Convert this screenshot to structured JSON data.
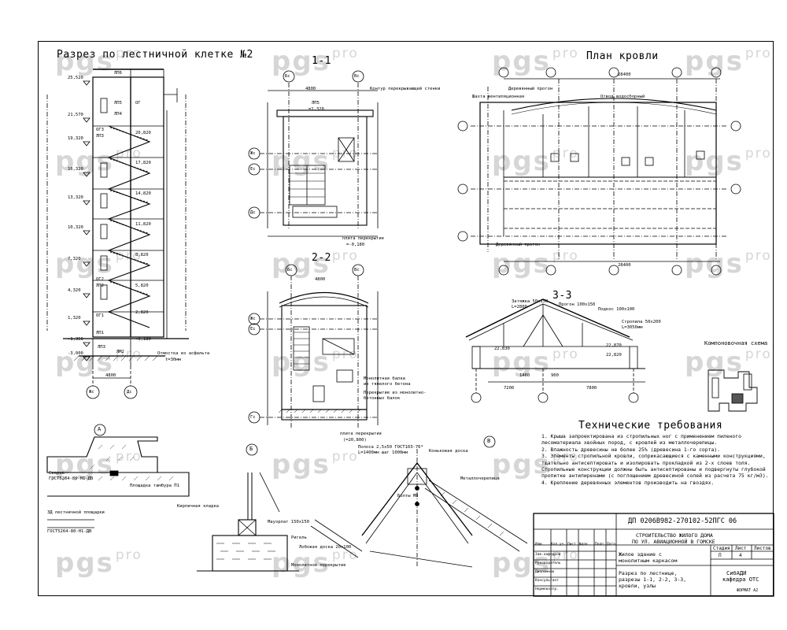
{
  "watermark": {
    "main": "pgs",
    "sub": "pro"
  },
  "views": {
    "stair_section_title": "Разрез по лестничной клетке №2",
    "section_1_1": "1-1",
    "section_2_2": "2-2",
    "section_3_3": "3-3",
    "roof_plan_title": "План кровли",
    "layout_scheme": "Компоновочная схема",
    "node_a": "А",
    "node_b": "Б",
    "node_v": "В"
  },
  "levels": [
    "25,520",
    "21,570",
    "19,320",
    "16,320",
    "13,320",
    "10,320",
    "7,320",
    "4,320",
    "1,320",
    "-1,350",
    "-3,000"
  ],
  "stair_labels": [
    "ЛП6",
    "ЛП5",
    "ОГ",
    "ЛП4",
    "ОГ3",
    "ЛП3",
    "ОГ2",
    "ЛП2",
    "ОГ1",
    "ЛП1",
    "ЛП3",
    "ЛМ2"
  ],
  "landing_levels": [
    "20,820",
    "17,820",
    "14,820",
    "11,820",
    "8,820",
    "5,820",
    "2,820",
    "-0,180"
  ],
  "misc_labels": {
    "otmetka_pola": "Отмостка из асфальта",
    "otmetka_val": "t=30мм",
    "dim_4800": "4800",
    "axis_zhs": "Жс",
    "axis_ds": "Дс",
    "axis_bs": "Бс",
    "axis_vs": "Вс",
    "axis_es": "Ес",
    "axis_gs": "Гс",
    "contour_label": "Контур перекрывающей стенки",
    "lp5_note": "ЛП5",
    "lp5_val": "=1,320",
    "plita_perekr": "плита перекрытия",
    "plita_val": "=-0,180",
    "plita_val_2": "(=20,800)",
    "monolith_beam": "Монолитная балка",
    "monolith_beam_2": "из тяжелого бетона",
    "floor_note": "Перекрытие из монолитно-",
    "floor_note_2": "бетонных балок",
    "vent": "Шахта вентиляционная",
    "roof_label_1": "Деревянный прогон",
    "roof_label_2": "Шахта вентиляционная",
    "roof_label_3": "Отвод водосборный",
    "roof_dim_1": "28400",
    "roof_dim_2": "28400",
    "zatyazhka": "Затяжка 50х150",
    "zatyazhka_l": "L=2800",
    "progon": "Прогон 100х150",
    "podkos": "Подкос 100х100",
    "stropila": "Стропила 50х200",
    "stropila_l": "L=3050мм",
    "h_22830": "22,830",
    "h_22820": "22,820",
    "h_22870": "22,870",
    "dim_7200": "7200",
    "dim_7800": "7800",
    "dim_1460": "1460",
    "dim_900": "900",
    "node_a_1": "Площадка тамбура П1",
    "node_a_2": "Сварка",
    "node_a_3": "ГОСТ5264-80-Н1-ДВ",
    "node_a_4": "ЗД лестничной площадки",
    "node_b_1": "Кирпичная кладка",
    "node_b_2": "Монолитное перекрытие",
    "node_b_3": "Мауэрлат 150х150",
    "node_b_4": "Ригель",
    "node_b_5": "Лобовая доска 20х100",
    "node_v_1": "Полоса 2,5х50 ГОСТ103-76*",
    "node_v_2": "L=1400мм шаг 1000мм",
    "node_v_3": "Коньковая доска",
    "node_v_4": "Болты М8",
    "node_v_5": "Металлочерепица"
  },
  "requirements": {
    "title": "Технические требования",
    "items": [
      "1. Крыша запроектирована из стропильных ног с применением пиленого",
      "лесоматериала хвойных пород, с  кровлей из металлочерепицы.",
      "2. Влажность древесины не более 25% (древесина 1-го сорта).",
      "3. Элементы стропильной кровли, соприкасающиеся с каменными конструкциями,",
      "тщательно антисептировать и изолировать прокладкой из 2-х слоев толя.",
      "Стропильные конструкции должны быть антисептированы и подвергнуты глубокой",
      "пропитке антипиренами (с поглощением древесиной солей из расчета 75 кг/м3).",
      "4. Крепление деревянных элементов производить на гвоздях."
    ]
  },
  "title_block": {
    "code": "ДП  0206В982-270102-52ПГС  06",
    "project": "СТРОИТЕЛЬСТВО ЖИЛОГО ДОМА",
    "project_2": "ПО УЛ. АВИАЦИОННОЙ В ГОМСКЕ",
    "building": "Жилое здание с",
    "building_2": "монолитным каркасом",
    "sheet_desc": "Разрез по лестнице,",
    "sheet_desc_2": "разрезы 1-1, 2-2, 3-3,",
    "sheet_desc_3": "кровли, узлы",
    "stage_h": "Стадия",
    "sheet_h": "Лист",
    "sheets_h": "Листов",
    "stage": "П",
    "sheet": "4",
    "org": "СибАДИ",
    "org_2": "кафедра ОТС",
    "format": "ФОРМАТ А2",
    "cols": [
      "Изм.",
      "Кол.уч.",
      "Лист",
      "№док.",
      "Подп.",
      "Дата"
    ],
    "roles": [
      "Зав.кафедрой",
      "Руководитель",
      "Дипломник",
      "Консультант",
      "Нормоконтр."
    ]
  }
}
